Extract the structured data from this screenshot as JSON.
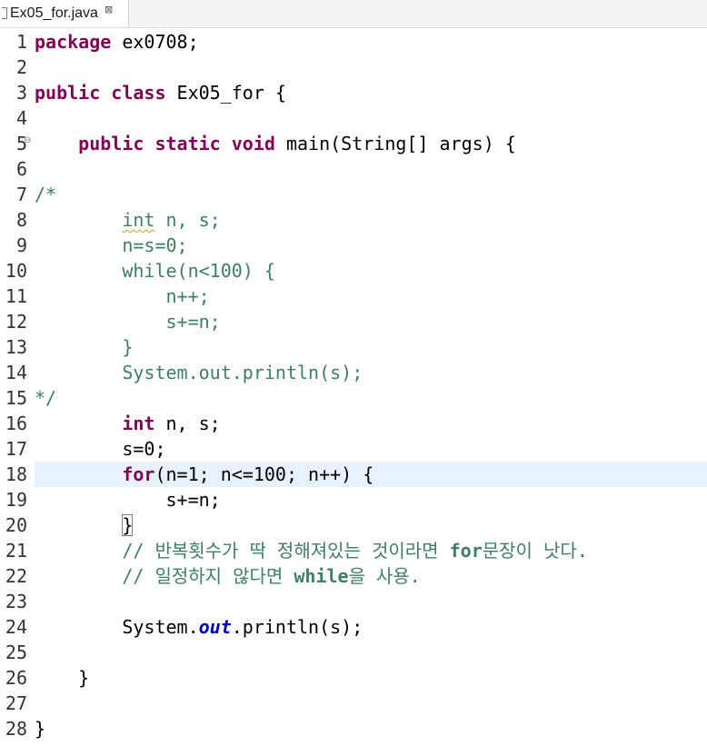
{
  "tab": {
    "filename": "Ex05_for.java",
    "close_glyph": "⊠"
  },
  "lines": [
    {
      "n": "1",
      "fold": "",
      "current": false,
      "tokens": [
        {
          "t": "package",
          "c": "kw"
        },
        {
          "t": " ex0708;"
        }
      ]
    },
    {
      "n": "2",
      "fold": "",
      "current": false,
      "tokens": []
    },
    {
      "n": "3",
      "fold": "",
      "current": false,
      "tokens": [
        {
          "t": "public",
          "c": "kw"
        },
        {
          "t": " "
        },
        {
          "t": "class",
          "c": "kw"
        },
        {
          "t": " Ex05_for {"
        }
      ]
    },
    {
      "n": "4",
      "fold": "",
      "current": false,
      "tokens": []
    },
    {
      "n": "5",
      "fold": "⊖",
      "current": false,
      "tokens": [
        {
          "t": "    "
        },
        {
          "t": "public",
          "c": "kw"
        },
        {
          "t": " "
        },
        {
          "t": "static",
          "c": "kw"
        },
        {
          "t": " "
        },
        {
          "t": "void",
          "c": "kw"
        },
        {
          "t": " main(String[] args) {"
        }
      ]
    },
    {
      "n": "6",
      "fold": "",
      "current": false,
      "tokens": []
    },
    {
      "n": "7",
      "fold": "",
      "current": false,
      "tokens": [
        {
          "t": "/*",
          "c": "cm"
        }
      ]
    },
    {
      "n": "8",
      "fold": "",
      "current": false,
      "tokens": [
        {
          "t": "        ",
          "c": "cm"
        },
        {
          "t": "int",
          "c": "cm warn"
        },
        {
          "t": " n, s;",
          "c": "cm"
        }
      ]
    },
    {
      "n": "9",
      "fold": "",
      "current": false,
      "tokens": [
        {
          "t": "        n=s=0;",
          "c": "cm"
        }
      ]
    },
    {
      "n": "10",
      "fold": "",
      "current": false,
      "tokens": [
        {
          "t": "        while(n<100) {",
          "c": "cm"
        }
      ]
    },
    {
      "n": "11",
      "fold": "",
      "current": false,
      "tokens": [
        {
          "t": "            n++;",
          "c": "cm"
        }
      ]
    },
    {
      "n": "12",
      "fold": "",
      "current": false,
      "tokens": [
        {
          "t": "            s+=n;",
          "c": "cm"
        }
      ]
    },
    {
      "n": "13",
      "fold": "",
      "current": false,
      "tokens": [
        {
          "t": "        }",
          "c": "cm"
        }
      ]
    },
    {
      "n": "14",
      "fold": "",
      "current": false,
      "tokens": [
        {
          "t": "        System.out.println(s);",
          "c": "cm"
        }
      ]
    },
    {
      "n": "15",
      "fold": "",
      "current": false,
      "tokens": [
        {
          "t": "*/",
          "c": "cm"
        }
      ]
    },
    {
      "n": "16",
      "fold": "",
      "current": false,
      "tokens": [
        {
          "t": "        "
        },
        {
          "t": "int",
          "c": "kw"
        },
        {
          "t": " n, s;"
        }
      ]
    },
    {
      "n": "17",
      "fold": "",
      "current": false,
      "tokens": [
        {
          "t": "        s=0;"
        }
      ]
    },
    {
      "n": "18",
      "fold": "",
      "current": true,
      "tokens": [
        {
          "t": "        "
        },
        {
          "t": "for",
          "c": "kw"
        },
        {
          "t": "(n=1; n<=100; n++) {"
        }
      ]
    },
    {
      "n": "19",
      "fold": "",
      "current": false,
      "tokens": [
        {
          "t": "            s+=n;"
        }
      ]
    },
    {
      "n": "20",
      "fold": "",
      "current": false,
      "tokens": [
        {
          "t": "        "
        },
        {
          "t": "}",
          "c": "bracket"
        }
      ]
    },
    {
      "n": "21",
      "fold": "",
      "current": false,
      "tokens": [
        {
          "t": "        // 반복횟수가 딱 정해져있는 것이라면 ",
          "c": "cm"
        },
        {
          "t": "for",
          "c": "cm-kw"
        },
        {
          "t": "문장이 낫다.",
          "c": "cm"
        }
      ]
    },
    {
      "n": "22",
      "fold": "",
      "current": false,
      "tokens": [
        {
          "t": "        // 일정하지 않다면 ",
          "c": "cm"
        },
        {
          "t": "while",
          "c": "cm-kw"
        },
        {
          "t": "을 사용.",
          "c": "cm"
        }
      ]
    },
    {
      "n": "23",
      "fold": "",
      "current": false,
      "tokens": []
    },
    {
      "n": "24",
      "fold": "",
      "current": false,
      "tokens": [
        {
          "t": "        System."
        },
        {
          "t": "out",
          "c": "field"
        },
        {
          "t": ".println(s);"
        }
      ]
    },
    {
      "n": "25",
      "fold": "",
      "current": false,
      "tokens": []
    },
    {
      "n": "26",
      "fold": "",
      "current": false,
      "tokens": [
        {
          "t": "    }"
        }
      ]
    },
    {
      "n": "27",
      "fold": "",
      "current": false,
      "tokens": []
    },
    {
      "n": "28",
      "fold": "",
      "current": false,
      "tokens": [
        {
          "t": "}"
        }
      ]
    }
  ]
}
